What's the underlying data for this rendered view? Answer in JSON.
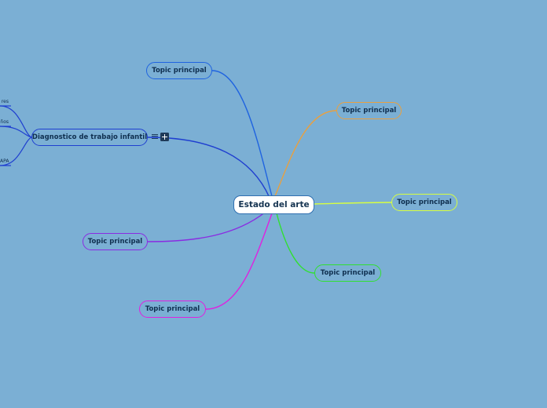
{
  "mindmap": {
    "root": {
      "label": "Estado del arte"
    },
    "topics": [
      {
        "label": "Topic principal",
        "color": "#1f63e0"
      },
      {
        "label": "Diagnostico de trabajo infantil",
        "color": "#1f3fd0"
      },
      {
        "label": "Topic principal",
        "color": "#8a2be2"
      },
      {
        "label": "Topic principal",
        "color": "#e020e0"
      },
      {
        "label": "Topic principal",
        "color": "#e8a040"
      },
      {
        "label": "Topic principal",
        "color": "#d8ff40"
      },
      {
        "label": "Topic principal",
        "color": "#30e030"
      }
    ],
    "leaves": [
      {
        "label": "res"
      },
      {
        "label": "ños"
      },
      {
        "label": "APA"
      }
    ]
  }
}
